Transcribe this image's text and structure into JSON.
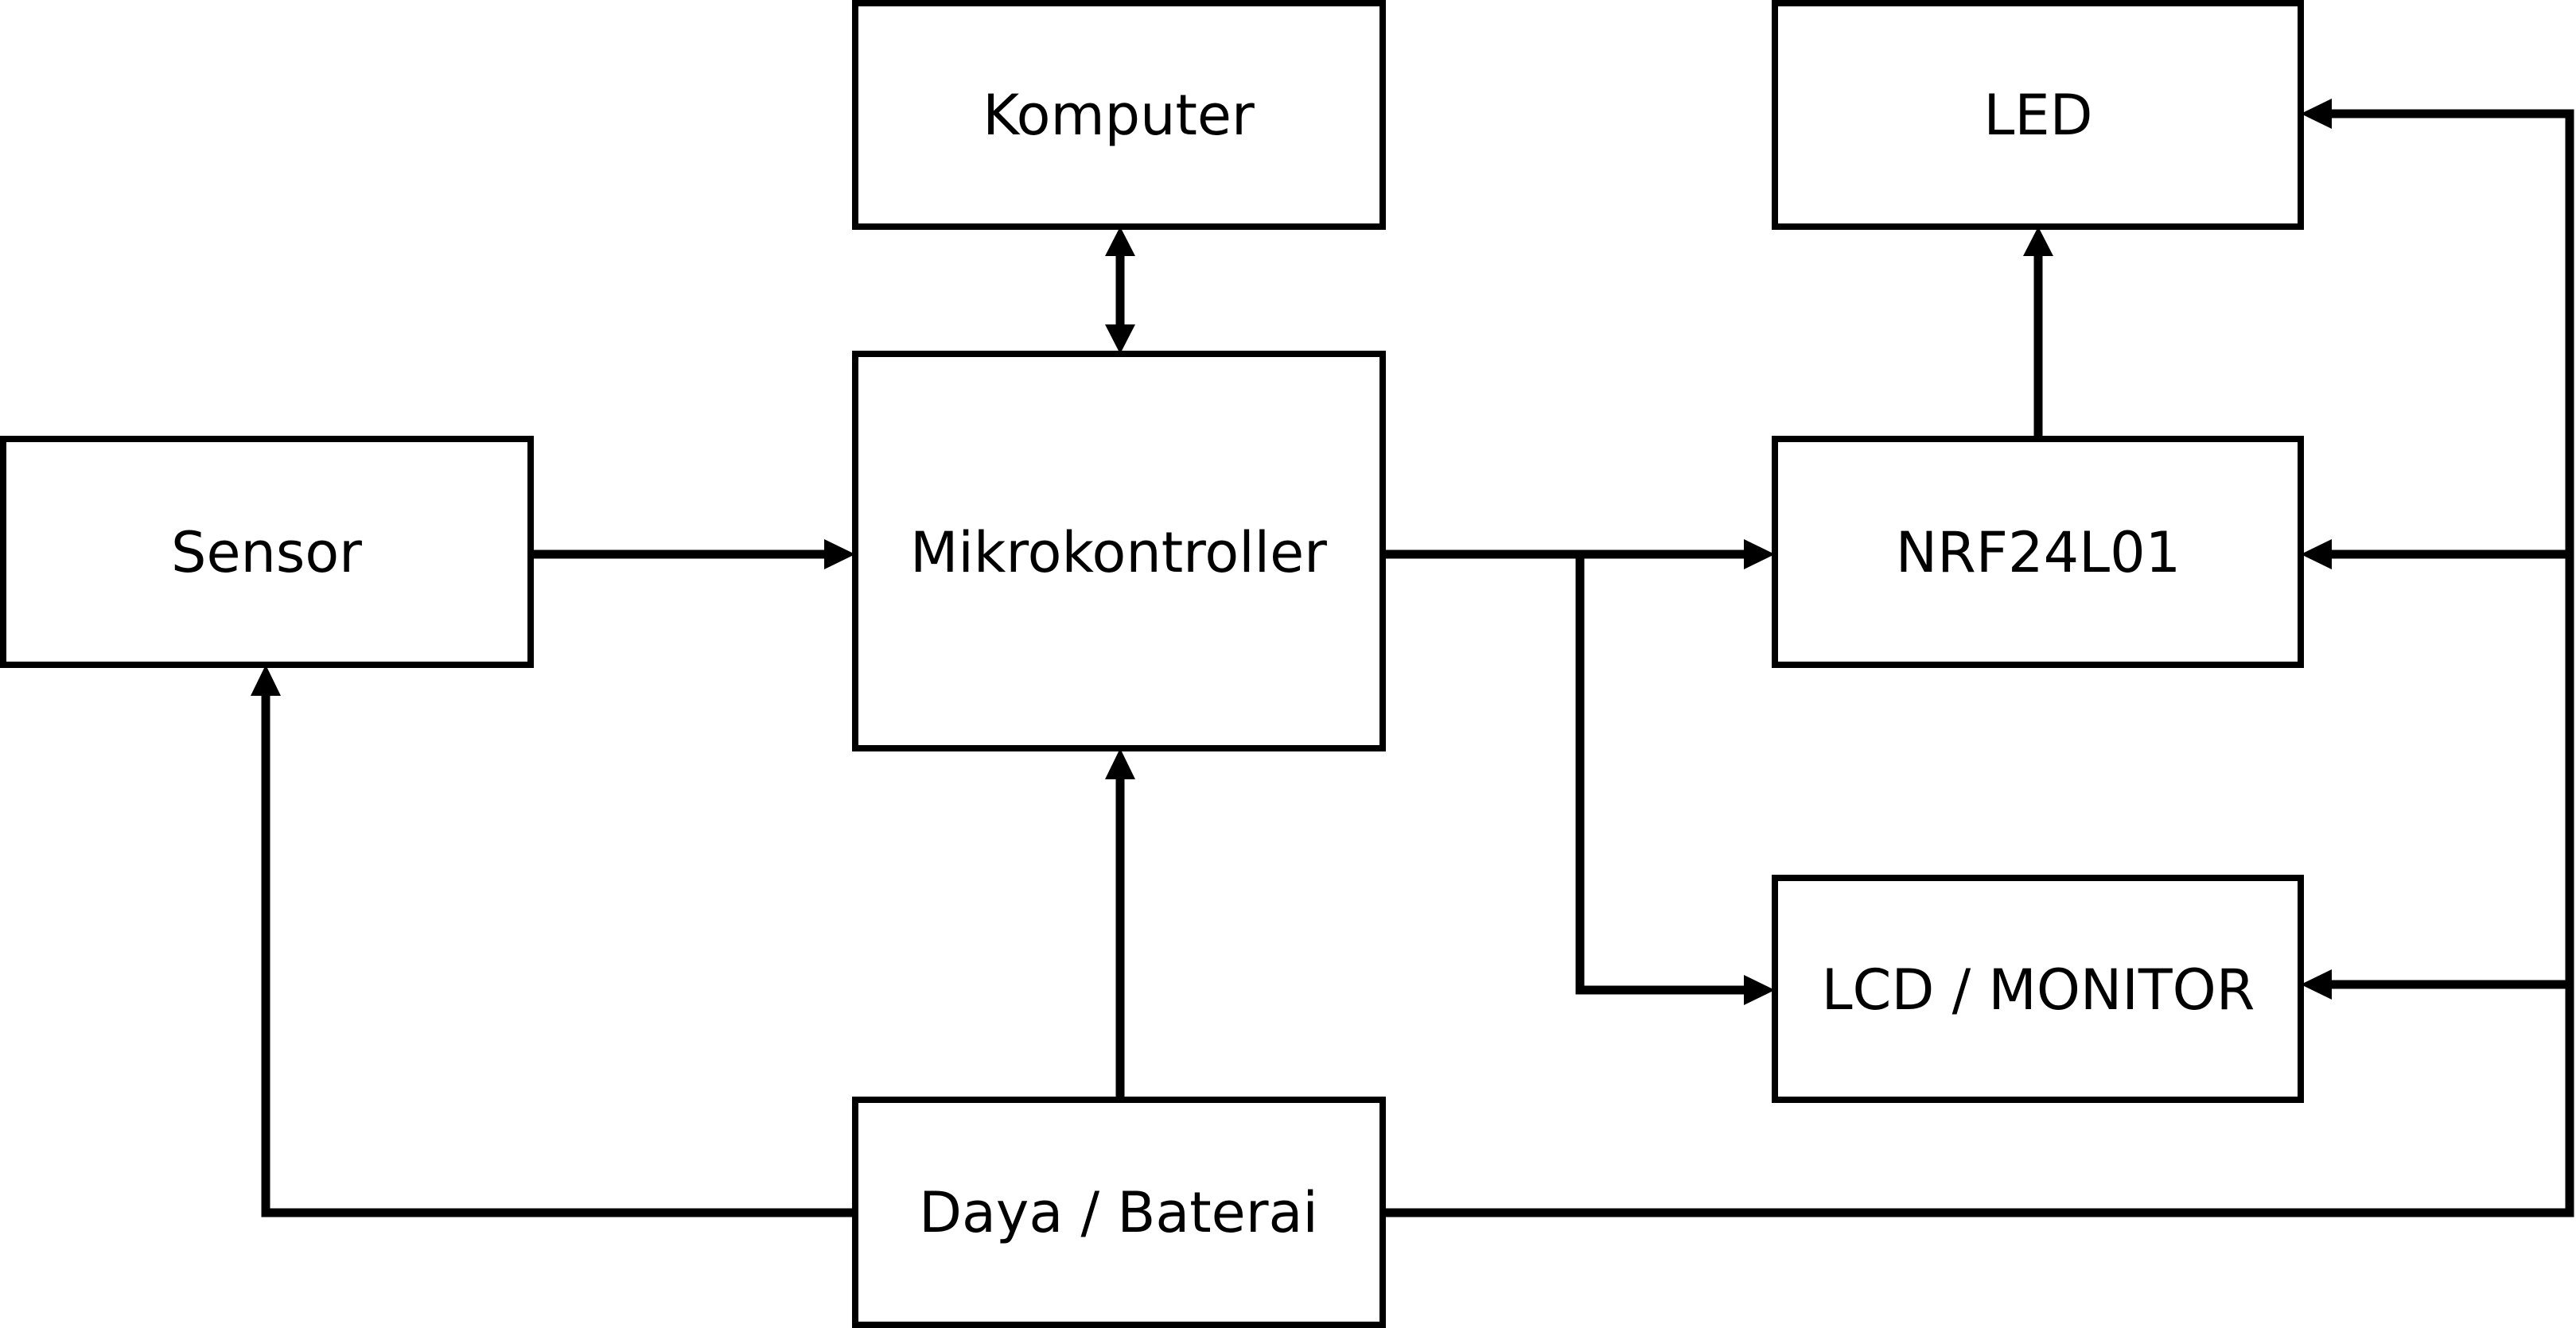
{
  "blocks": {
    "komputer": "Komputer",
    "led": "LED",
    "sensor": "Sensor",
    "mikrokontroller": "Mikrokontroller",
    "nrf24l01": "NRF24L01",
    "lcd_monitor": "LCD / MONITOR",
    "daya_baterai": "Daya / Baterai"
  },
  "colors": {
    "line": "#000000",
    "block_fill": "#ffffff",
    "background": "#ffffff"
  }
}
